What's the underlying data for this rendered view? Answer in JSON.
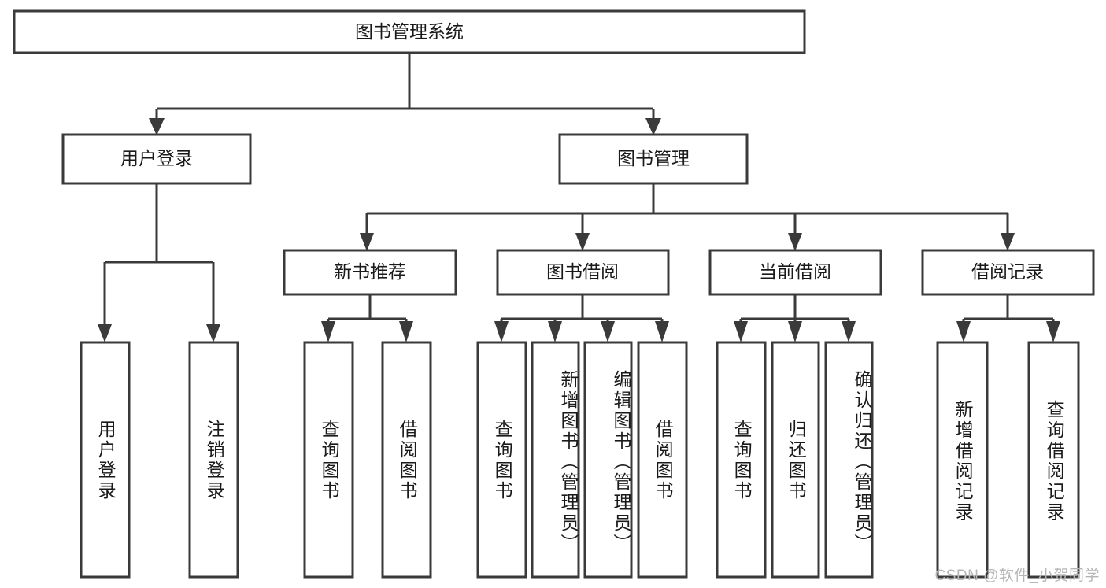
{
  "diagram": {
    "title_text": "图书管理系统",
    "type": "tree",
    "root": {
      "id": "root",
      "label": "图书管理系统",
      "orientation": "horizontal"
    },
    "level2": [
      {
        "id": "user-login",
        "label": "用户登录",
        "orientation": "horizontal"
      },
      {
        "id": "book-manage",
        "label": "图书管理",
        "orientation": "horizontal"
      }
    ],
    "level3": [
      {
        "id": "new-book-recommend",
        "label": "新书推荐",
        "orientation": "horizontal",
        "parent": "book-manage"
      },
      {
        "id": "book-borrow",
        "label": "图书借阅",
        "orientation": "horizontal",
        "parent": "book-manage"
      },
      {
        "id": "current-borrow",
        "label": "当前借阅",
        "orientation": "horizontal",
        "parent": "book-manage"
      },
      {
        "id": "borrow-record",
        "label": "借阅记录",
        "orientation": "horizontal",
        "parent": "book-manage"
      }
    ],
    "leaves": [
      {
        "id": "leaf-user-login",
        "label": "用户登录",
        "orientation": "vertical",
        "parent": "user-login"
      },
      {
        "id": "leaf-user-logout",
        "label": "注销登录",
        "orientation": "vertical",
        "parent": "user-login"
      },
      {
        "id": "leaf-query-book-1",
        "label": "查询图书",
        "orientation": "vertical",
        "parent": "new-book-recommend"
      },
      {
        "id": "leaf-borrow-book-1",
        "label": "借阅图书",
        "orientation": "vertical",
        "parent": "new-book-recommend"
      },
      {
        "id": "leaf-query-book-2",
        "label": "查询图书",
        "orientation": "vertical",
        "parent": "book-borrow"
      },
      {
        "id": "leaf-add-book",
        "label": "新增图书（管理员）",
        "orientation": "vertical",
        "parent": "book-borrow"
      },
      {
        "id": "leaf-edit-book",
        "label": "编辑图书（管理员）",
        "orientation": "vertical",
        "parent": "book-borrow"
      },
      {
        "id": "leaf-borrow-book-2",
        "label": "借阅图书",
        "orientation": "vertical",
        "parent": "book-borrow"
      },
      {
        "id": "leaf-query-book-3",
        "label": "查询图书",
        "orientation": "vertical",
        "parent": "current-borrow"
      },
      {
        "id": "leaf-return-book",
        "label": "归还图书",
        "orientation": "vertical",
        "parent": "current-borrow"
      },
      {
        "id": "leaf-confirm-return",
        "label": "确认归还（管理员）",
        "orientation": "vertical",
        "parent": "current-borrow"
      },
      {
        "id": "leaf-add-record",
        "label": "新增借阅记录",
        "orientation": "vertical",
        "parent": "borrow-record"
      },
      {
        "id": "leaf-query-record",
        "label": "查询借阅记录",
        "orientation": "vertical",
        "parent": "borrow-record"
      }
    ],
    "colors": {
      "box_stroke": "#3a3a3a",
      "box_fill": "#ffffff",
      "text": "#1a1a1a",
      "background": "#ffffff",
      "watermark": "#b6b6b6"
    }
  },
  "watermark": {
    "text": "CSDN @软件_小贺同学"
  }
}
